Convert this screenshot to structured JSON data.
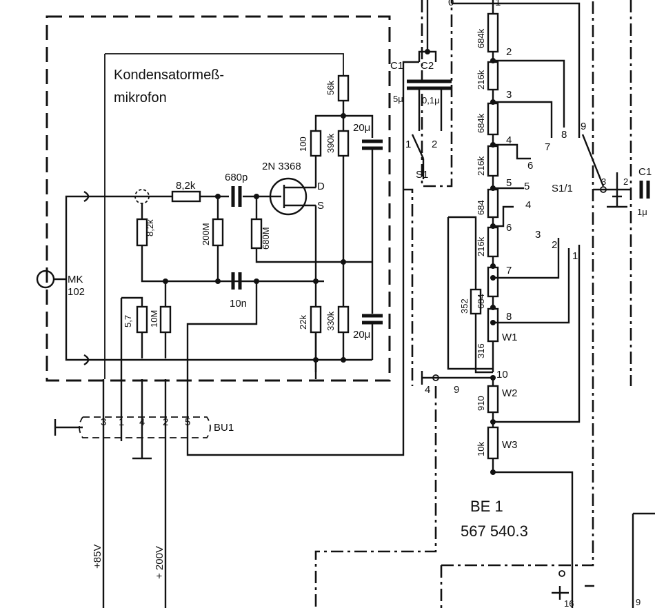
{
  "labels": {
    "box_title_1": "Kondensatormeß-",
    "box_title_2": "mikrofon",
    "mk": "MK",
    "mk_num": "102",
    "r_8k2": "8,2k",
    "c_680p": "680p",
    "transistor": "2N 3368",
    "drain": "D",
    "source": "S",
    "r_56k": "56k",
    "r_100": "100",
    "r_390k": "390k",
    "c_20u_top": "20μ",
    "r_8k2_v": "8,2k",
    "r_200M": "200M",
    "r_680M": "680M",
    "c_10n": "10n",
    "r_5k7": "5,7",
    "r_10M": "10M",
    "r_22k": "22k",
    "r_330k": "330k",
    "c_20u_bot": "20μ",
    "bu1": "BU1",
    "pin3": "3",
    "pin1": "1",
    "pin4": "4",
    "pin2": "2",
    "pin5": "5",
    "v85": "+85V",
    "v200": "+ 200V",
    "c1": "C1",
    "c2": "C2",
    "c1_val": "5μ",
    "c2_val": "0,1μ",
    "s1": "S1",
    "s1_pos1": "1",
    "s1_pos2": "2",
    "r_684k": "684k",
    "r_216k_1": "216k",
    "r_684k_2": "684k",
    "r_216k_2": "216k",
    "r_684": "684",
    "r_216k_3": "216k",
    "r_352": "352",
    "r_684_b": "684",
    "r_316": "316",
    "r_910": "910",
    "r_10k": "10k",
    "w1": "W1",
    "w2": "W2",
    "w3": "W3",
    "tap1": "1",
    "tap2": "2",
    "tap3": "3",
    "tap4": "4",
    "tap5": "5",
    "tap6": "6",
    "tap7": "7",
    "tap8": "8",
    "tap9": "9",
    "tap10": "10",
    "tap0": "0",
    "sw_9": "9",
    "sw_8": "8",
    "sw_7": "7",
    "sw_6": "6",
    "sw_5": "5",
    "sw_4": "4",
    "sw_3": "3",
    "sw_2": "2",
    "sw_1": "1",
    "s1_1": "S1/1",
    "s11_a": "3",
    "s11_b": "2",
    "c1_right": "C1",
    "c1_right_val": "1μ",
    "gnd_4": "4",
    "be1": "BE 1",
    "be1_num": "567 540.3",
    "bottom_9": "9",
    "bottom_16": "16"
  }
}
